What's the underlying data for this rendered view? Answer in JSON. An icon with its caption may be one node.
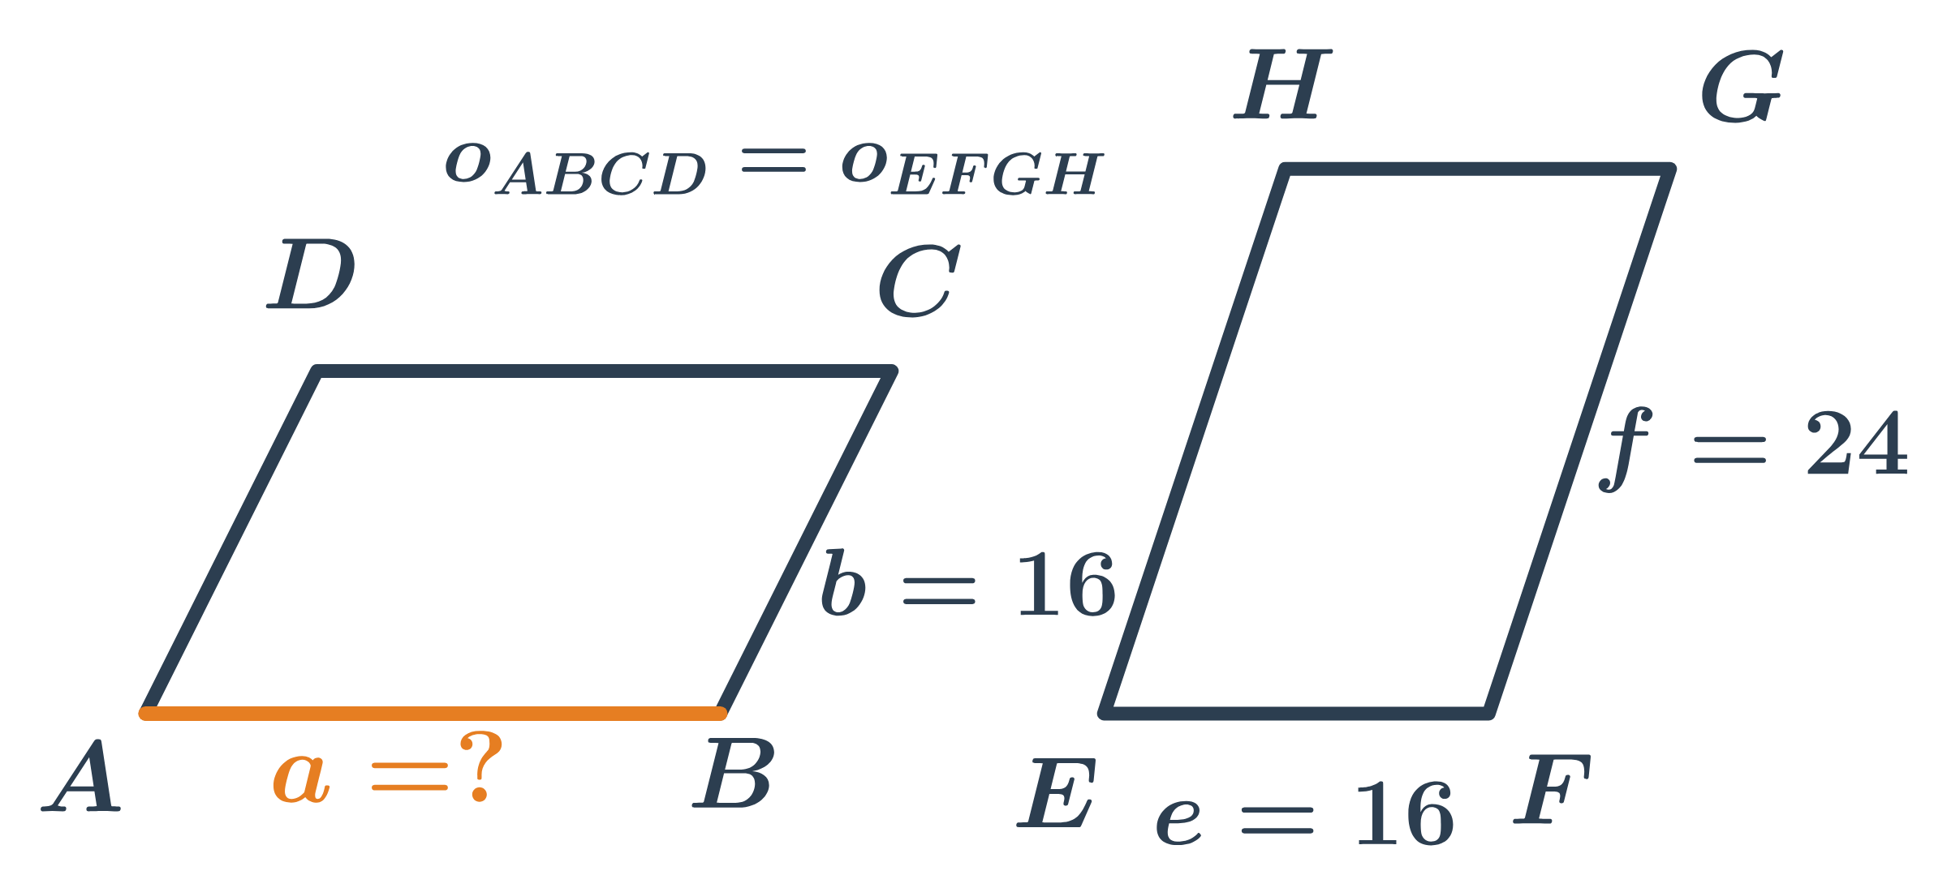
{
  "diagram": {
    "labels": [
      "H",
      "G",
      "o_{ABCD} = o_{EFGH}",
      "D",
      "C",
      "f = 24",
      "b = 16",
      "A",
      "a = ?",
      "B",
      "E",
      "e = 16",
      "F"
    ]
  }
}
